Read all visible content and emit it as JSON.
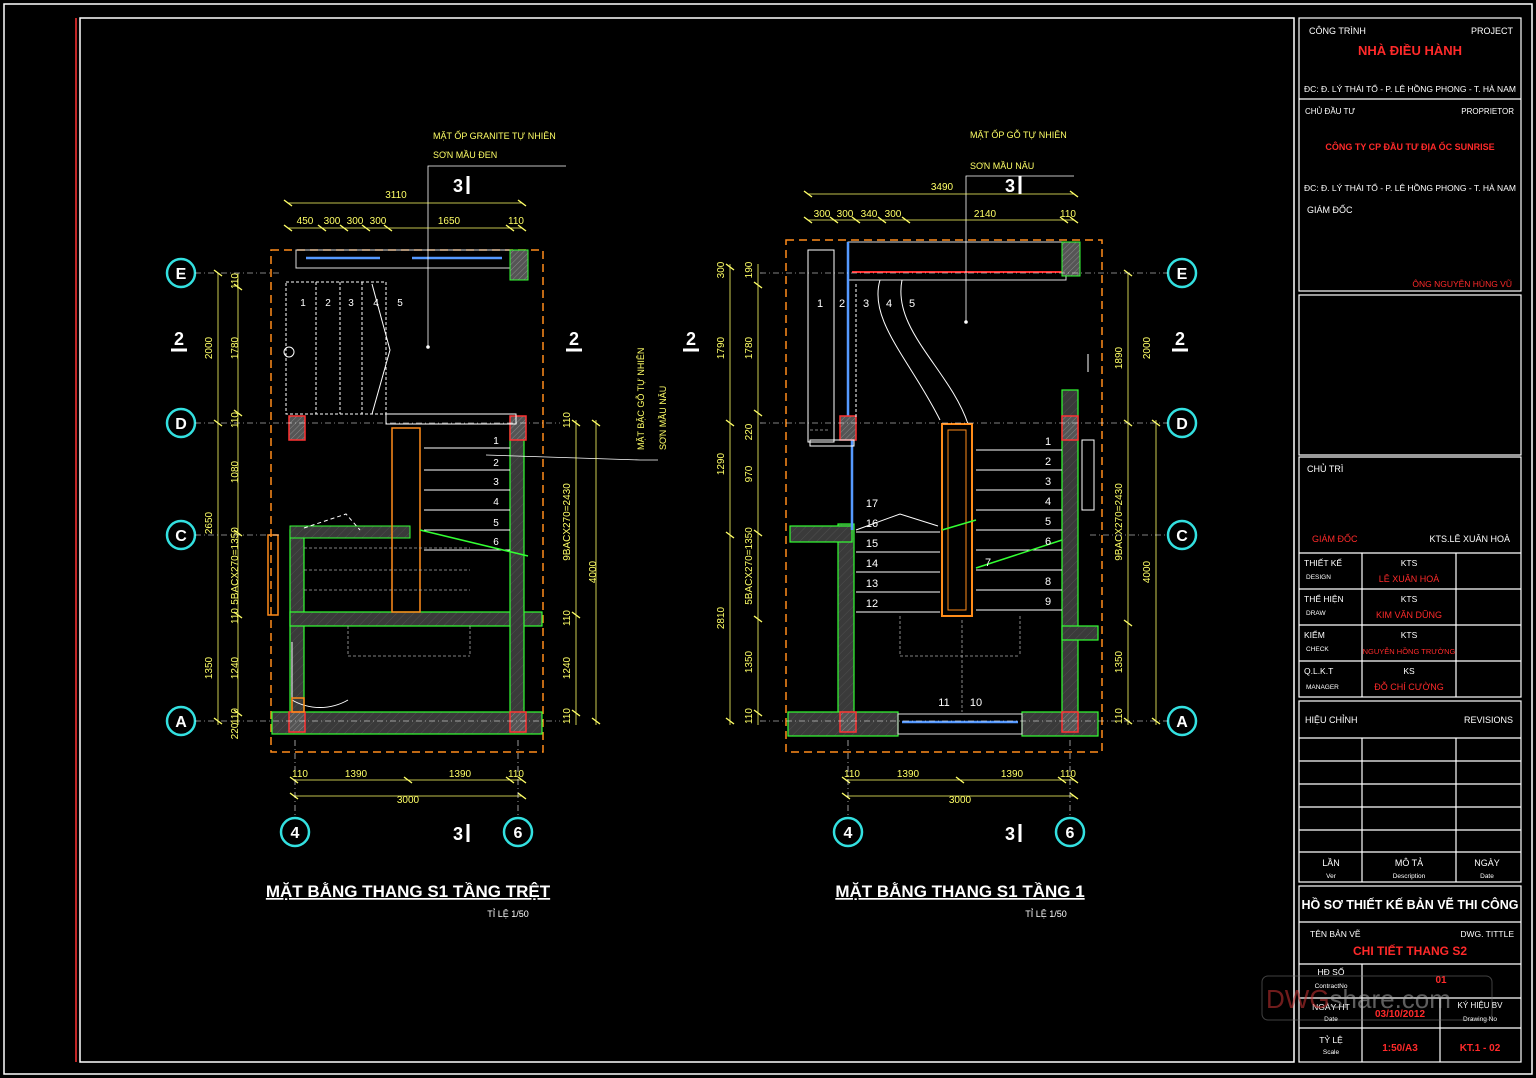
{
  "colors": {
    "background": "#000000",
    "frame": "#ffffff",
    "dimension": "#ffff66",
    "wall_fill": "#3c3c3c",
    "wall_edge": "#33ff33",
    "border_dash": "#ff8c1a",
    "column": "#ff3333",
    "glass": "#5599ff",
    "title_red": "#ff2a2a",
    "axis_circle": "#33e0e0"
  },
  "plans": [
    {
      "title": "MẶT BẰNG THANG S1 TẦNG TRỆT",
      "scale": "TỈ LỆ 1/50",
      "section_labels": [
        "3",
        "2",
        "2",
        "3"
      ],
      "axis_labels": [
        "E",
        "D",
        "C",
        "A",
        "4",
        "6"
      ],
      "annotations": [
        "MẶT ỐP GRANITE TỰ NHIÊN",
        "SƠN MẦU ĐEN",
        "MẶT BẬC GỖ TỰ NHIÊN",
        "SƠN MẦU NÂU"
      ],
      "dims_top": [
        "3110",
        "450",
        "300",
        "300",
        "300",
        "1650",
        "110"
      ],
      "dims_bottom": [
        "110",
        "1390",
        "1390",
        "110",
        "3000"
      ],
      "dims_left": [
        "2000",
        "110",
        "1780",
        "110",
        "2650",
        "1080",
        "5BACX270=1350",
        "1350",
        "110",
        "1240",
        "110",
        "220"
      ],
      "dims_right": [
        "110",
        "9BACX270=2430",
        "4000",
        "110",
        "1240",
        "110"
      ],
      "steps_upper": [
        "1",
        "2",
        "3",
        "4",
        "5"
      ],
      "steps_flight": [
        "1",
        "2",
        "3",
        "4",
        "5",
        "6"
      ]
    },
    {
      "title": "MẶT BẰNG THANG S1 TẦNG 1",
      "scale": "TỈ LỆ 1/50",
      "section_labels": [
        "3",
        "2",
        "2",
        "3"
      ],
      "axis_labels": [
        "E",
        "D",
        "C",
        "A",
        "4",
        "6"
      ],
      "annotations": [
        "MẶT ỐP GỖ TỰ NHIÊN",
        "SƠN MẦU NÂU"
      ],
      "dims_top": [
        "3490",
        "300",
        "300",
        "340",
        "300",
        "2140",
        "110"
      ],
      "dims_bottom": [
        "110",
        "1390",
        "1390",
        "110",
        "3000"
      ],
      "dims_left": [
        "300",
        "190",
        "1790",
        "1780",
        "220",
        "1290",
        "970",
        "5BACX270=1350",
        "2810",
        "1350",
        "110"
      ],
      "dims_right": [
        "1890",
        "2000",
        "9BACX270=2430",
        "4000",
        "1350",
        "110"
      ],
      "steps_upper": [
        "1",
        "2",
        "3",
        "4",
        "5"
      ],
      "steps_right": [
        "1",
        "2",
        "3",
        "4",
        "5",
        "6",
        "7",
        "8",
        "9"
      ],
      "steps_left": [
        "17",
        "16",
        "15",
        "14",
        "13",
        "12"
      ],
      "steps_bottom": [
        "11",
        "10"
      ]
    }
  ],
  "title_block": {
    "project_label": "CÔNG TRÌNH",
    "project_label_en": "PROJECT",
    "project_name": "NHÀ ĐIỀU HÀNH",
    "project_address": "ĐC: Đ. LÝ THÁI TỔ - P. LÊ HỒNG PHONG - T. HÀ NAM",
    "owner_label": "CHỦ ĐẦU TƯ",
    "owner_label_en": "PROPRIETOR",
    "owner_name": "CÔNG TY CP ĐẦU TƯ ĐỊA ỐC SUNRISE",
    "owner_address": "ĐC: Đ. LÝ THÁI TỔ - P. LÊ HỒNG PHONG - T. HÀ NAM",
    "director_label": "GIÁM ĐỐC",
    "director_name": "ÔNG NGUYỄN HÙNG VŨ",
    "lead_label": "CHỦ TRÌ",
    "lead_role": "GIÁM ĐỐC",
    "lead_name": "KTS.LÊ XUÂN HOÀ",
    "staff": [
      {
        "label": "THIẾT KẾ",
        "label_en": "DESIGN",
        "title": "KTS",
        "name": "LÊ XUÂN HOÀ"
      },
      {
        "label": "THỂ HIỆN",
        "label_en": "DRAW",
        "title": "KTS",
        "name": "KIM VĂN DŨNG"
      },
      {
        "label": "KIỂM",
        "label_en": "CHECK",
        "title": "KTS",
        "name": "NGUYỄN HỒNG TRƯỜNG"
      },
      {
        "label": "Q.L.K.T",
        "label_en": "MANAGER",
        "title": "KS",
        "name": "ĐỖ CHÍ CƯỜNG"
      }
    ],
    "revisions_label": "HIỆU CHỈNH",
    "revisions_label_en": "REVISIONS",
    "rev_cols": [
      {
        "label": "LẦN",
        "label_en": "Ver"
      },
      {
        "label": "MÔ TẢ",
        "label_en": "Description"
      },
      {
        "label": "NGÀY",
        "label_en": "Date"
      }
    ],
    "doc_title": "HỒ SƠ THIẾT KẾ BẢN VẼ THI CÔNG",
    "dwg_label": "TÊN BẢN VẼ",
    "dwg_label_en": "DWG. TITTLE",
    "dwg_title": "CHI TIẾT THANG S2",
    "contract_label": "HĐ SỐ",
    "contract_label_en": "ContractNo",
    "contract_no": "01",
    "date_label": "NGÀY HT",
    "date_label_en": "Date",
    "date": "03/10/2012",
    "drawing_no_label": "KÝ HIỆU BV",
    "drawing_no_label_en": "Drawing No",
    "scale_label": "TỶ LỆ",
    "scale_label_en": "Scale",
    "scale": "1:50/A3",
    "drawing_no": "KT.1 - 02"
  },
  "watermark": {
    "part1": "DWG",
    "part2": "share.com"
  }
}
